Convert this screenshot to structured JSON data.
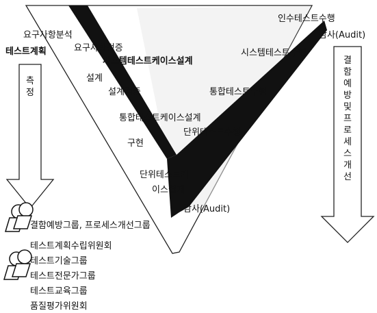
{
  "v_model": {
    "left_arm": [
      {
        "key": "req_analysis",
        "text": "요구사항분석"
      },
      {
        "key": "test_plan",
        "text": "테스트계획"
      },
      {
        "key": "req_verify",
        "text": "요구사항검증"
      },
      {
        "key": "sys_tc_design",
        "text": "시스템테스트케이스설계"
      },
      {
        "key": "design",
        "text": "설계"
      },
      {
        "key": "design_verify",
        "text": "설계검증"
      },
      {
        "key": "integ_tc_design",
        "text": "통합테스트케이스설계"
      },
      {
        "key": "impl",
        "text": "구현"
      },
      {
        "key": "unit_tc_design_1",
        "text": "단위테스트케"
      },
      {
        "key": "unit_tc_design_2",
        "text": "이스설계"
      }
    ],
    "right_arm": [
      {
        "key": "acceptance_test",
        "text": "인수테스트수행"
      },
      {
        "key": "audit_top",
        "text": "감사(Audit)"
      },
      {
        "key": "sys_test",
        "text": "시스템테스트수행"
      },
      {
        "key": "integ_test",
        "text": "통합테스트수행"
      },
      {
        "key": "unit_test",
        "text": "단위테스트수행"
      },
      {
        "key": "audit_bottom",
        "text": "감사(Audit)"
      }
    ]
  },
  "measure_arrow_label": "측정",
  "prevention_arrow_label": "결함예방및프로세스개선",
  "groups": [
    "결함예방그룹, 프로세스개선그룹",
    "테스트계획수립위원회",
    "테스트기술그룹",
    "테스트전문가그룹",
    "테스트교육그룹",
    "품질평가위원회"
  ]
}
